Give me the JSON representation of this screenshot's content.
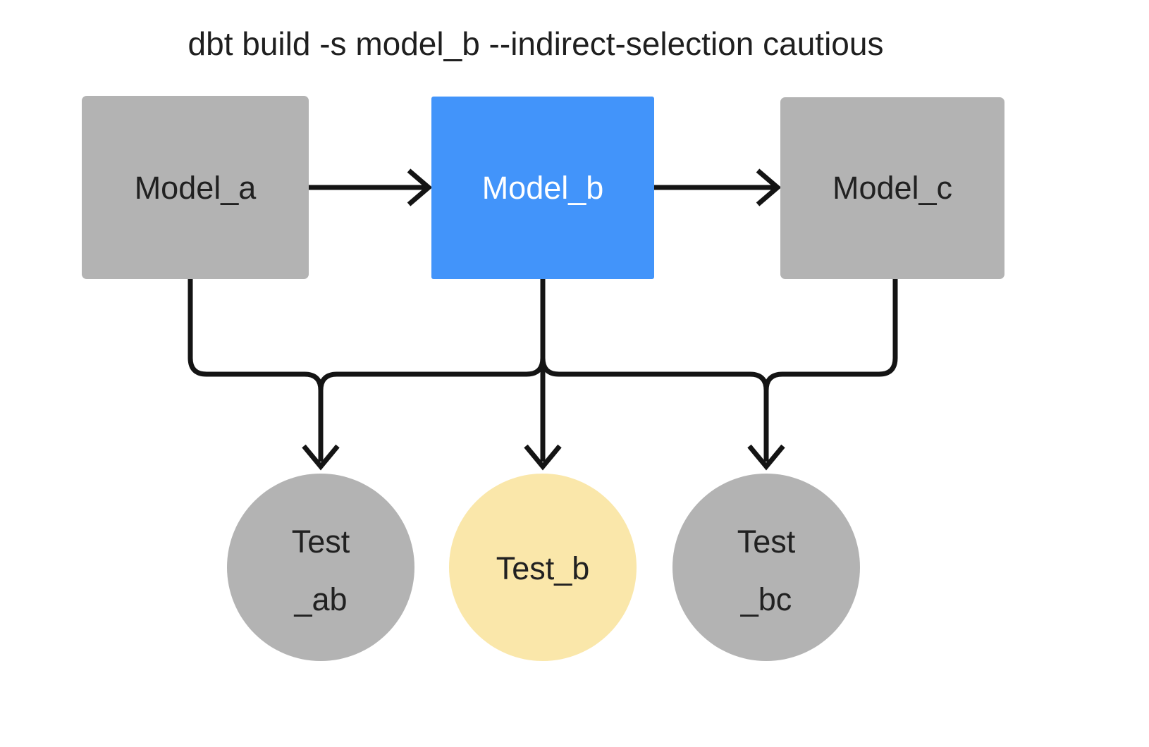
{
  "diagram": {
    "title": "dbt build -s model_b --indirect-selection cautious",
    "colors": {
      "background": "#ffffff",
      "node_gray": "#b3b3b3",
      "node_blue": "#4294fa",
      "node_yellow": "#fae7aa",
      "edge": "#141414",
      "text_dark": "#212121",
      "text_light": "#ffffff"
    },
    "models": [
      {
        "id": "model_a",
        "label": "Model_a",
        "shape": "rectangle",
        "fill": "#b3b3b3",
        "text_color": "#212121",
        "selected": false
      },
      {
        "id": "model_b",
        "label": "Model_b",
        "shape": "rectangle",
        "fill": "#4294fa",
        "text_color": "#ffffff",
        "selected": true
      },
      {
        "id": "model_c",
        "label": "Model_c",
        "shape": "rectangle",
        "fill": "#b3b3b3",
        "text_color": "#212121",
        "selected": false
      }
    ],
    "tests": [
      {
        "id": "test_ab",
        "label_line1": "Test",
        "label_line2": "_ab",
        "shape": "circle",
        "fill": "#b3b3b3",
        "text_color": "#212121",
        "selected": false
      },
      {
        "id": "test_b",
        "label_line1": "Test_b",
        "label_line2": "",
        "shape": "circle",
        "fill": "#fae7aa",
        "text_color": "#212121",
        "selected": true
      },
      {
        "id": "test_bc",
        "label_line1": "Test",
        "label_line2": "_bc",
        "shape": "circle",
        "fill": "#b3b3b3",
        "text_color": "#212121",
        "selected": false
      }
    ],
    "edges": [
      {
        "from": "model_a",
        "to": "model_b",
        "style": "straight-arrow"
      },
      {
        "from": "model_b",
        "to": "model_c",
        "style": "straight-arrow"
      },
      {
        "from": "model_a",
        "to": "test_ab",
        "style": "elbow-arrow"
      },
      {
        "from": "model_b",
        "to": "test_ab",
        "style": "elbow-arrow"
      },
      {
        "from": "model_b",
        "to": "test_b",
        "style": "straight-arrow"
      },
      {
        "from": "model_b",
        "to": "test_bc",
        "style": "elbow-arrow"
      },
      {
        "from": "model_c",
        "to": "test_bc",
        "style": "elbow-arrow"
      }
    ]
  }
}
